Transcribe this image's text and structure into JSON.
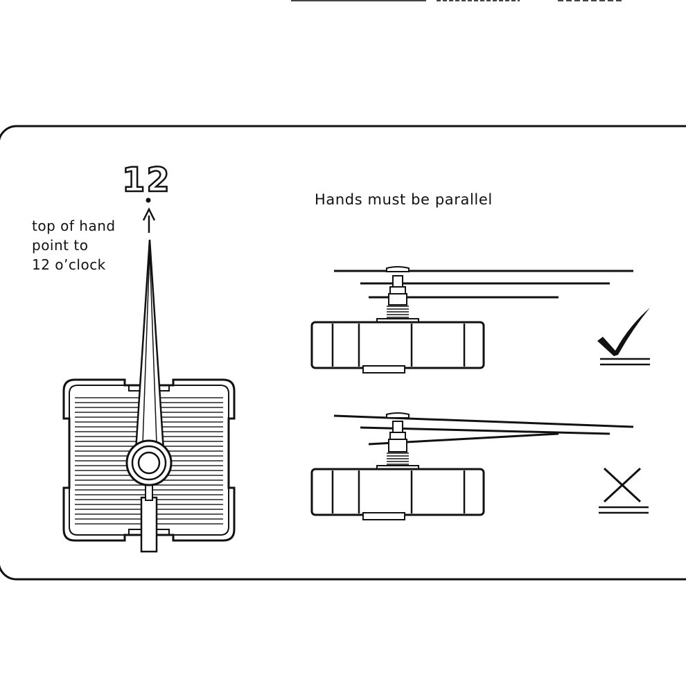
{
  "diagram": {
    "instruction": {
      "lines": [
        "top of hand",
        "point to",
        "12 o’clock"
      ]
    },
    "twelve_label": "12",
    "parallel_title": "Hands must be parallel",
    "correct": {
      "icon": "checkmark-icon"
    },
    "incorrect": {
      "icon": "cross-icon"
    }
  }
}
